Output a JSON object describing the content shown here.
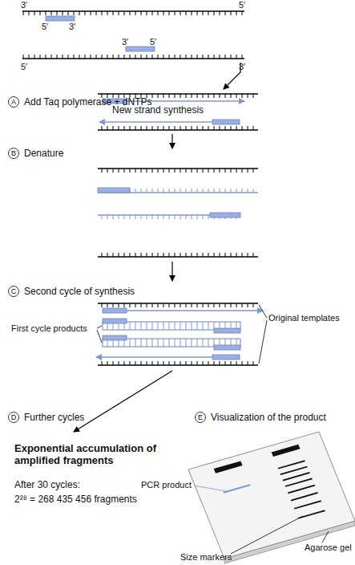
{
  "diagram": {
    "nodes": [
      {
        "text": [
          "A",
          "Add Taq polymerase + dNTPs"
        ]
      },
      {
        "text": [
          "B",
          "Denature"
        ]
      },
      {
        "text": [
          "C",
          "Second cycle of synthesis"
        ]
      },
      {
        "text": [
          "D",
          "Further cycles"
        ]
      },
      {
        "text": [
          "E",
          "Visualization of the product"
        ]
      }
    ],
    "labels": [
      "3′",
      "5′",
      "5′",
      "3′",
      "3′",
      "5′",
      "5′",
      "3′",
      "New strand synthesis",
      "First cycle products",
      "Original templates",
      "Exponential accumulation of amplified fragments",
      "After 30 cycles:",
      "2²⁸ = 268 435 456 fragments",
      "PCR product",
      "Size markers",
      "Agarose gel"
    ]
  }
}
